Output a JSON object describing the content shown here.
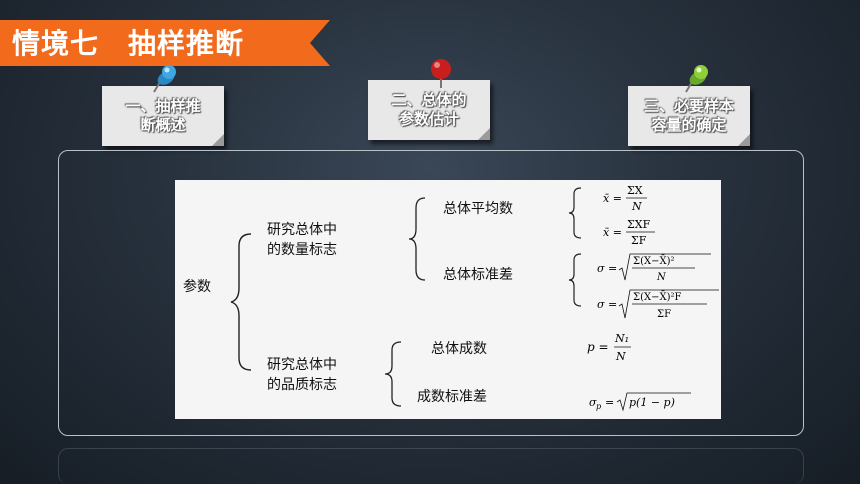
{
  "banner": {
    "title": "情境七　抽样推断",
    "color": "#f26a1b"
  },
  "notes": [
    {
      "label": "一、抽样推\n断概述",
      "pin_color": "#3fa6e0"
    },
    {
      "label": "二、总体的\n参数估计",
      "pin_color": "#c81e1e"
    },
    {
      "label": "三、必要样本\n容量的确定",
      "pin_color": "#8fcf3a"
    }
  ],
  "diagram": {
    "root": "参数",
    "quantity_branch": "研究总体中\n的数量标志",
    "quality_branch": "研究总体中\n的品质标志",
    "mean": "总体平均数",
    "std": "总体标准差",
    "proportion": "总体成数",
    "proportion_std": "成数标准差"
  }
}
